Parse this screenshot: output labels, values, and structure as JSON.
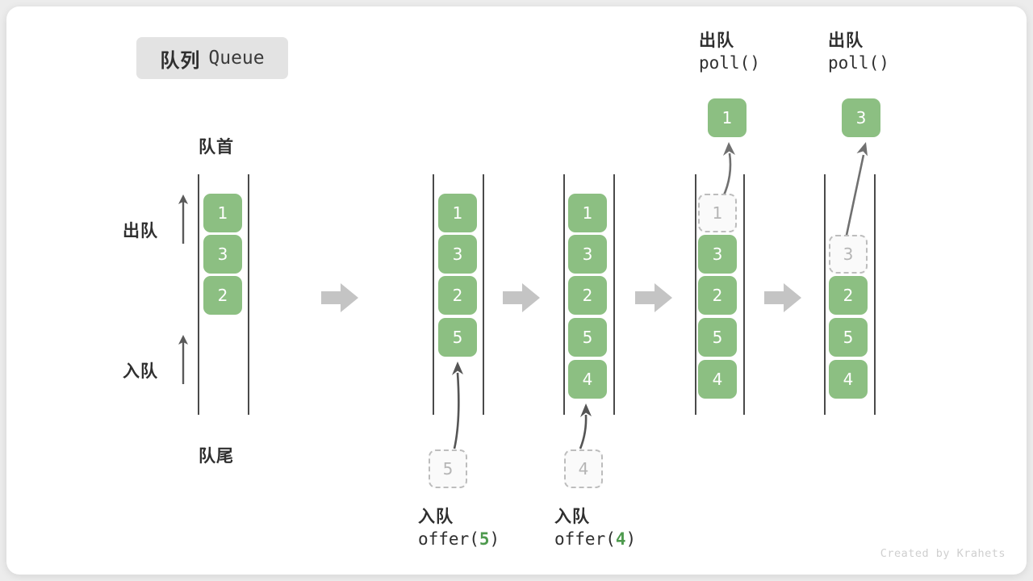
{
  "title": {
    "cn": "队列",
    "en": "Queue"
  },
  "labels": {
    "front": "队首",
    "rear": "队尾",
    "dequeue": "出队",
    "enqueue": "入队"
  },
  "credit": "Created by Krahets",
  "colors": {
    "cell_green": "#8cbf82",
    "ghost_border": "#bdbdbd",
    "ghost_fill": "#fafafa",
    "rail": "#4a4a4a",
    "step_arrow": "#c4c4c4",
    "badge_bg": "#e3e3e3",
    "accent_num": "#4e9a4e",
    "text": "#2f2f2f"
  },
  "side_arrows": [
    {
      "name": "dequeue",
      "label": "出队"
    },
    {
      "name": "enqueue",
      "label": "入队"
    }
  ],
  "columns": [
    {
      "name": "state-initial",
      "cells": [
        {
          "value": "1",
          "ghost": false
        },
        {
          "value": "3",
          "ghost": false
        },
        {
          "value": "2",
          "ghost": false
        }
      ],
      "incoming": null,
      "outgoing": null,
      "caption": null
    },
    {
      "name": "state-after-offer-5",
      "cells": [
        {
          "value": "1",
          "ghost": false
        },
        {
          "value": "3",
          "ghost": false
        },
        {
          "value": "2",
          "ghost": false
        },
        {
          "value": "5",
          "ghost": false
        }
      ],
      "incoming": {
        "value": "5"
      },
      "outgoing": null,
      "caption": {
        "line1": "入队",
        "op": "offer(",
        "num": "5",
        "close": ")"
      }
    },
    {
      "name": "state-after-offer-4",
      "cells": [
        {
          "value": "1",
          "ghost": false
        },
        {
          "value": "3",
          "ghost": false
        },
        {
          "value": "2",
          "ghost": false
        },
        {
          "value": "5",
          "ghost": false
        },
        {
          "value": "4",
          "ghost": false
        }
      ],
      "incoming": {
        "value": "4"
      },
      "outgoing": null,
      "caption": {
        "line1": "入队",
        "op": "offer(",
        "num": "4",
        "close": ")"
      }
    },
    {
      "name": "state-after-poll-1",
      "cells": [
        {
          "value": "1",
          "ghost": true
        },
        {
          "value": "3",
          "ghost": false
        },
        {
          "value": "2",
          "ghost": false
        },
        {
          "value": "5",
          "ghost": false
        },
        {
          "value": "4",
          "ghost": false
        }
      ],
      "incoming": null,
      "outgoing": {
        "value": "1"
      },
      "caption": {
        "line1": "出队",
        "op": "poll(",
        "num": "",
        "close": ")"
      }
    },
    {
      "name": "state-after-poll-3",
      "cells": [
        {
          "value": "",
          "ghost": null
        },
        {
          "value": "3",
          "ghost": true
        },
        {
          "value": "2",
          "ghost": false
        },
        {
          "value": "5",
          "ghost": false
        },
        {
          "value": "4",
          "ghost": false
        }
      ],
      "incoming": null,
      "outgoing": {
        "value": "3"
      },
      "caption": {
        "line1": "出队",
        "op": "poll(",
        "num": "",
        "close": ")"
      }
    }
  ]
}
